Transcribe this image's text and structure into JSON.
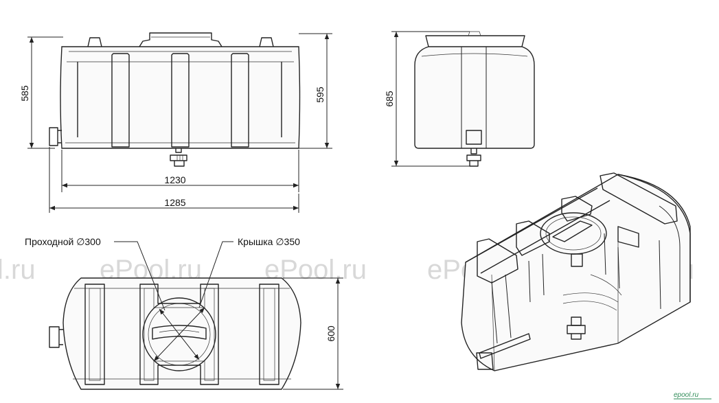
{
  "dimensions": {
    "front_height_left": "585",
    "front_height_right": "595",
    "front_width_inner": "1230",
    "front_width_total": "1285",
    "side_height": "685",
    "top_width": "600"
  },
  "callouts": {
    "manhole": "Проходной ∅300",
    "lid": "Крышка ∅350"
  },
  "watermark": {
    "text": "ePool.ru",
    "left_fragment": "l.ru"
  },
  "brand": "epool.ru"
}
